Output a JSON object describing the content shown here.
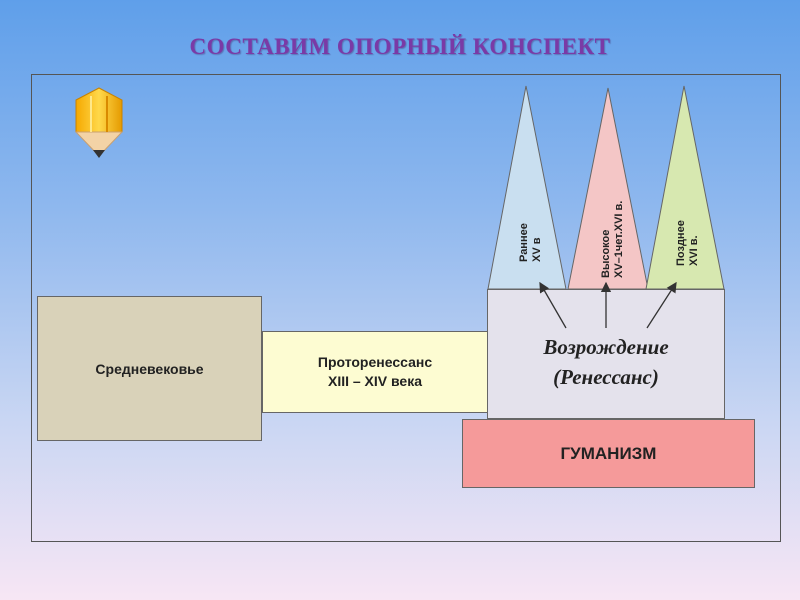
{
  "title": "СОСТАВИМ ОПОРНЫЙ КОНСПЕКТ",
  "boxes": {
    "middle_ages": "Средневековье",
    "proto_line1": "Проторенессанс",
    "proto_line2": "XIII – XIV века",
    "renaissance_line1": "Возрождение",
    "renaissance_line2": "(Ренессанс)",
    "humanism": "ГУМАНИЗМ"
  },
  "periods": [
    {
      "line1": "Раннее",
      "line2": "XV в"
    },
    {
      "line1": "Высокое",
      "line2": "XV–1чет.XVI в."
    },
    {
      "line1": "Позднее",
      "line2": "XVI в."
    }
  ],
  "colors": {
    "title": "#7a3aa6",
    "middle_ages": "#d9d2b9",
    "proto": "#fdfcd2",
    "renaissance": "#e4e2ec",
    "humanism": "#f59a9a",
    "early": "#c9dff0",
    "high": "#f4c6c6",
    "late": "#d7e8b0"
  },
  "icon": "pencil-icon"
}
